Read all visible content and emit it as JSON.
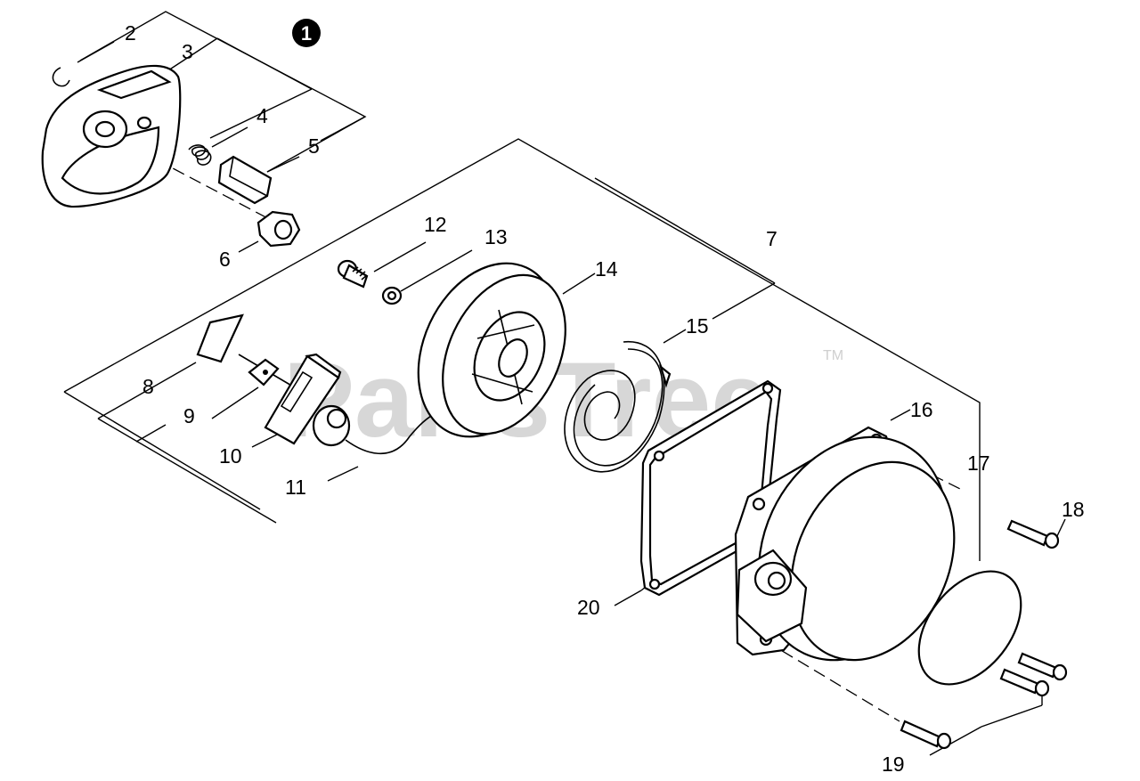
{
  "watermark": {
    "text": "PartsTree",
    "trademark": "TM"
  },
  "assembly_marker": "1",
  "callouts": [
    {
      "id": "2",
      "text": "2"
    },
    {
      "id": "3",
      "text": "3"
    },
    {
      "id": "4",
      "text": "4"
    },
    {
      "id": "5",
      "text": "5"
    },
    {
      "id": "6",
      "text": "6"
    },
    {
      "id": "7",
      "text": "7"
    },
    {
      "id": "8",
      "text": "8"
    },
    {
      "id": "9",
      "text": "9"
    },
    {
      "id": "10",
      "text": "10"
    },
    {
      "id": "11",
      "text": "11"
    },
    {
      "id": "12",
      "text": "12"
    },
    {
      "id": "13",
      "text": "13"
    },
    {
      "id": "14",
      "text": "14"
    },
    {
      "id": "15",
      "text": "15"
    },
    {
      "id": "16",
      "text": "16"
    },
    {
      "id": "17",
      "text": "17"
    },
    {
      "id": "18",
      "text": "18"
    },
    {
      "id": "19",
      "text": "19"
    },
    {
      "id": "20",
      "text": "20"
    }
  ]
}
